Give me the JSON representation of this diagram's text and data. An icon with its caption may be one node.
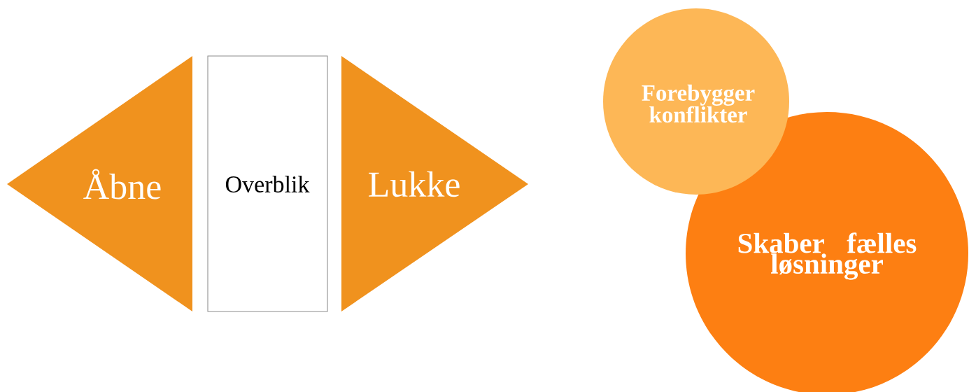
{
  "diagram": {
    "nodes": [
      {
        "text": [
          "Åbne"
        ]
      },
      {
        "text": [
          "Overblik"
        ]
      },
      {
        "text": [
          "Lukke"
        ]
      },
      {
        "text": [
          "Forebygger konflikter"
        ]
      },
      {
        "text": [
          "Skaber fælles løsninger"
        ]
      }
    ]
  }
}
